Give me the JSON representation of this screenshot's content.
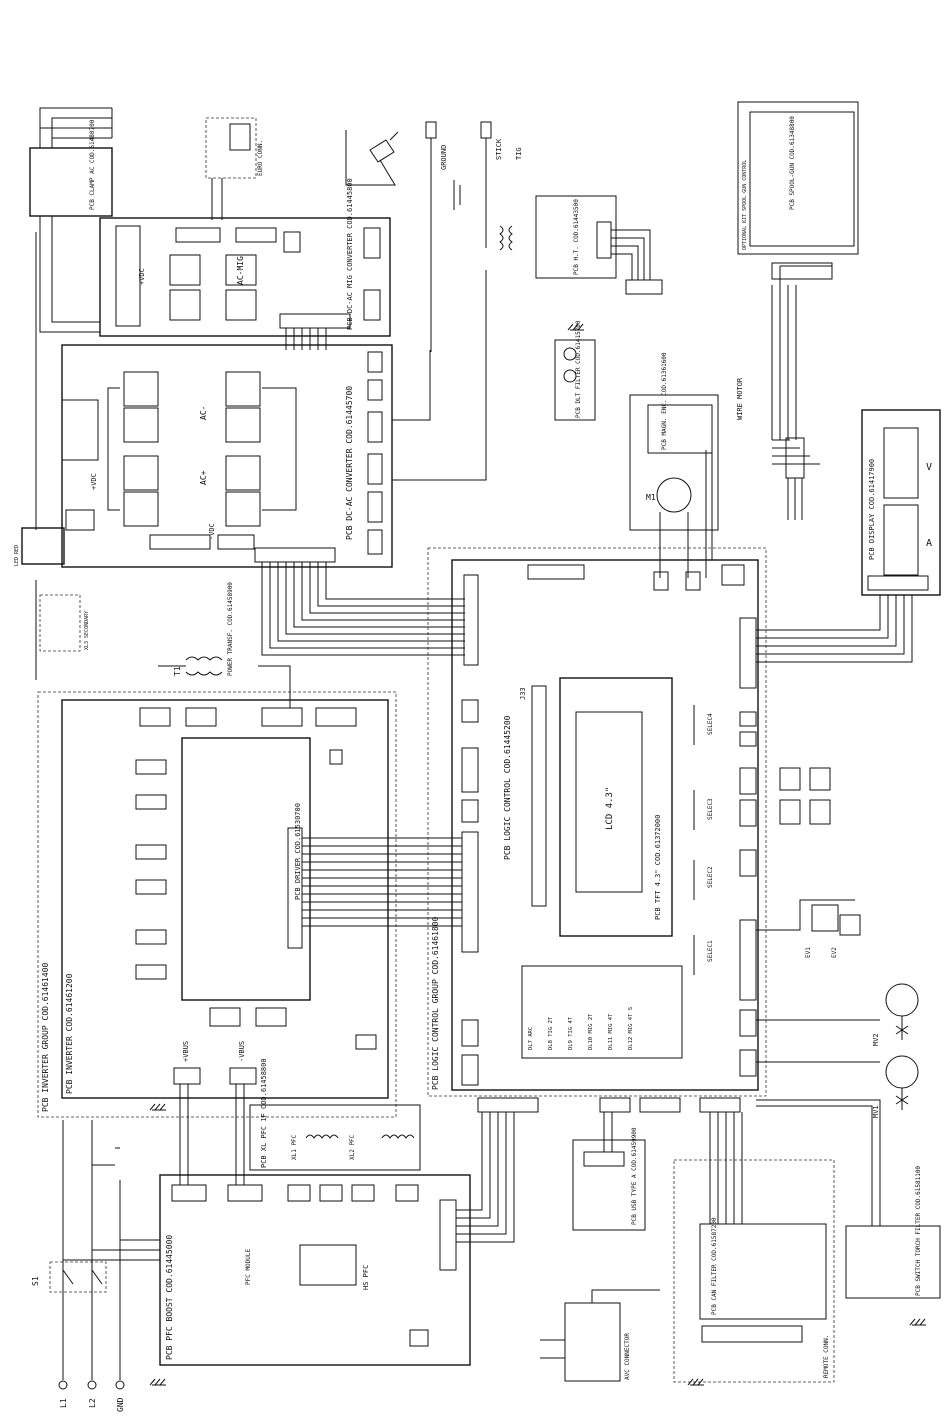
{
  "boards": {
    "inverter_group": "PCB INVERTER GROUP COD.61461400",
    "inverter": "PCB INVERTER COD.61461200",
    "pfc_boost": "PCB PFC BOOST COD.61445000",
    "xl_pfc": "PCB XL PFC 1F COD.61458800",
    "logic_control_group": "PCB LOGIC CONTROL GROUP COD.61461800",
    "logic_control": "PCB LOGIC CONTROL COD.61445200",
    "tft": "PCB TFT 4.3\" COD.61372000",
    "lcd": "LCD 4.3\"",
    "driver": "PCB DRIVER COD.61530700",
    "dc_ac": "PCB DC-AC CONVERTER COD.61445700",
    "dc_ac_mig": "PCB DC-AC MIG CONVERTER COD.61445800",
    "clamp_ac": "PCB CLAMP AC COD.61480700",
    "ht": "PCB H.T. COD.61443500",
    "dlt_filter": "PCB DLT FILTER COD.61415700",
    "magn_enc": "PCB MAGN. ENC. COD.61361600",
    "display": "PCB DISPLAY COD.61417900",
    "spool_gun": "PCB SPOOL-GUN COD.61348800",
    "usb": "PCB USB TYPE A COD.61459900",
    "can_filter": "PCB CAN FILTER COD.61587200",
    "switch_filter": "PCB SWITCH TORCH FILTER COD.61581100",
    "power_transf": "POWER TRANSF. COD.61458900"
  },
  "labels": {
    "wire_motor": "WIRE MOTOR",
    "euro_conn": "EURO CONN.",
    "ground": "GROUND",
    "stick": "STICK",
    "tig": "TIG",
    "avc_connector": "AVC CONNECTOR",
    "remote_conn": "REMOTE CONN.",
    "optional": "OPTIONAL KIT SPOOL GUN CONTROL",
    "t1": "T1",
    "s1": "S1",
    "mv1": "MV1",
    "mv2": "MV2",
    "hs_pfc": "HS PFC",
    "pfc_module": "PFC MODULE",
    "xl1": "XL1 PFC",
    "xl2": "XL2 PFC",
    "m1": "M1",
    "ev1": "EV1",
    "ev2": "EV2",
    "ac_plus": "AC+",
    "ac_minus": "AC-",
    "ac_mig": "AC-MIG",
    "plus_vdc": "+VDC",
    "minus_vdc": "-VDC",
    "plus_vbus": "+VBUS",
    "minus_vbus": "-VBUS",
    "led_red": "LED RED",
    "xl3": "XL3 SECONDARY",
    "lcd_j": "J33"
  },
  "mains": [
    "L1",
    "L2",
    "GND"
  ],
  "select_buttons": [
    "SELEC1",
    "SELEC2",
    "SELEC3",
    "SELEC4"
  ],
  "leds": [
    "DL7 ARC",
    "DL8 TIG 2T",
    "DL9 TIG 4T",
    "DL10 MIG 2T",
    "DL11 MIG 4T",
    "DL12 MIG 4T S"
  ],
  "display_sections": [
    "V",
    "A"
  ]
}
